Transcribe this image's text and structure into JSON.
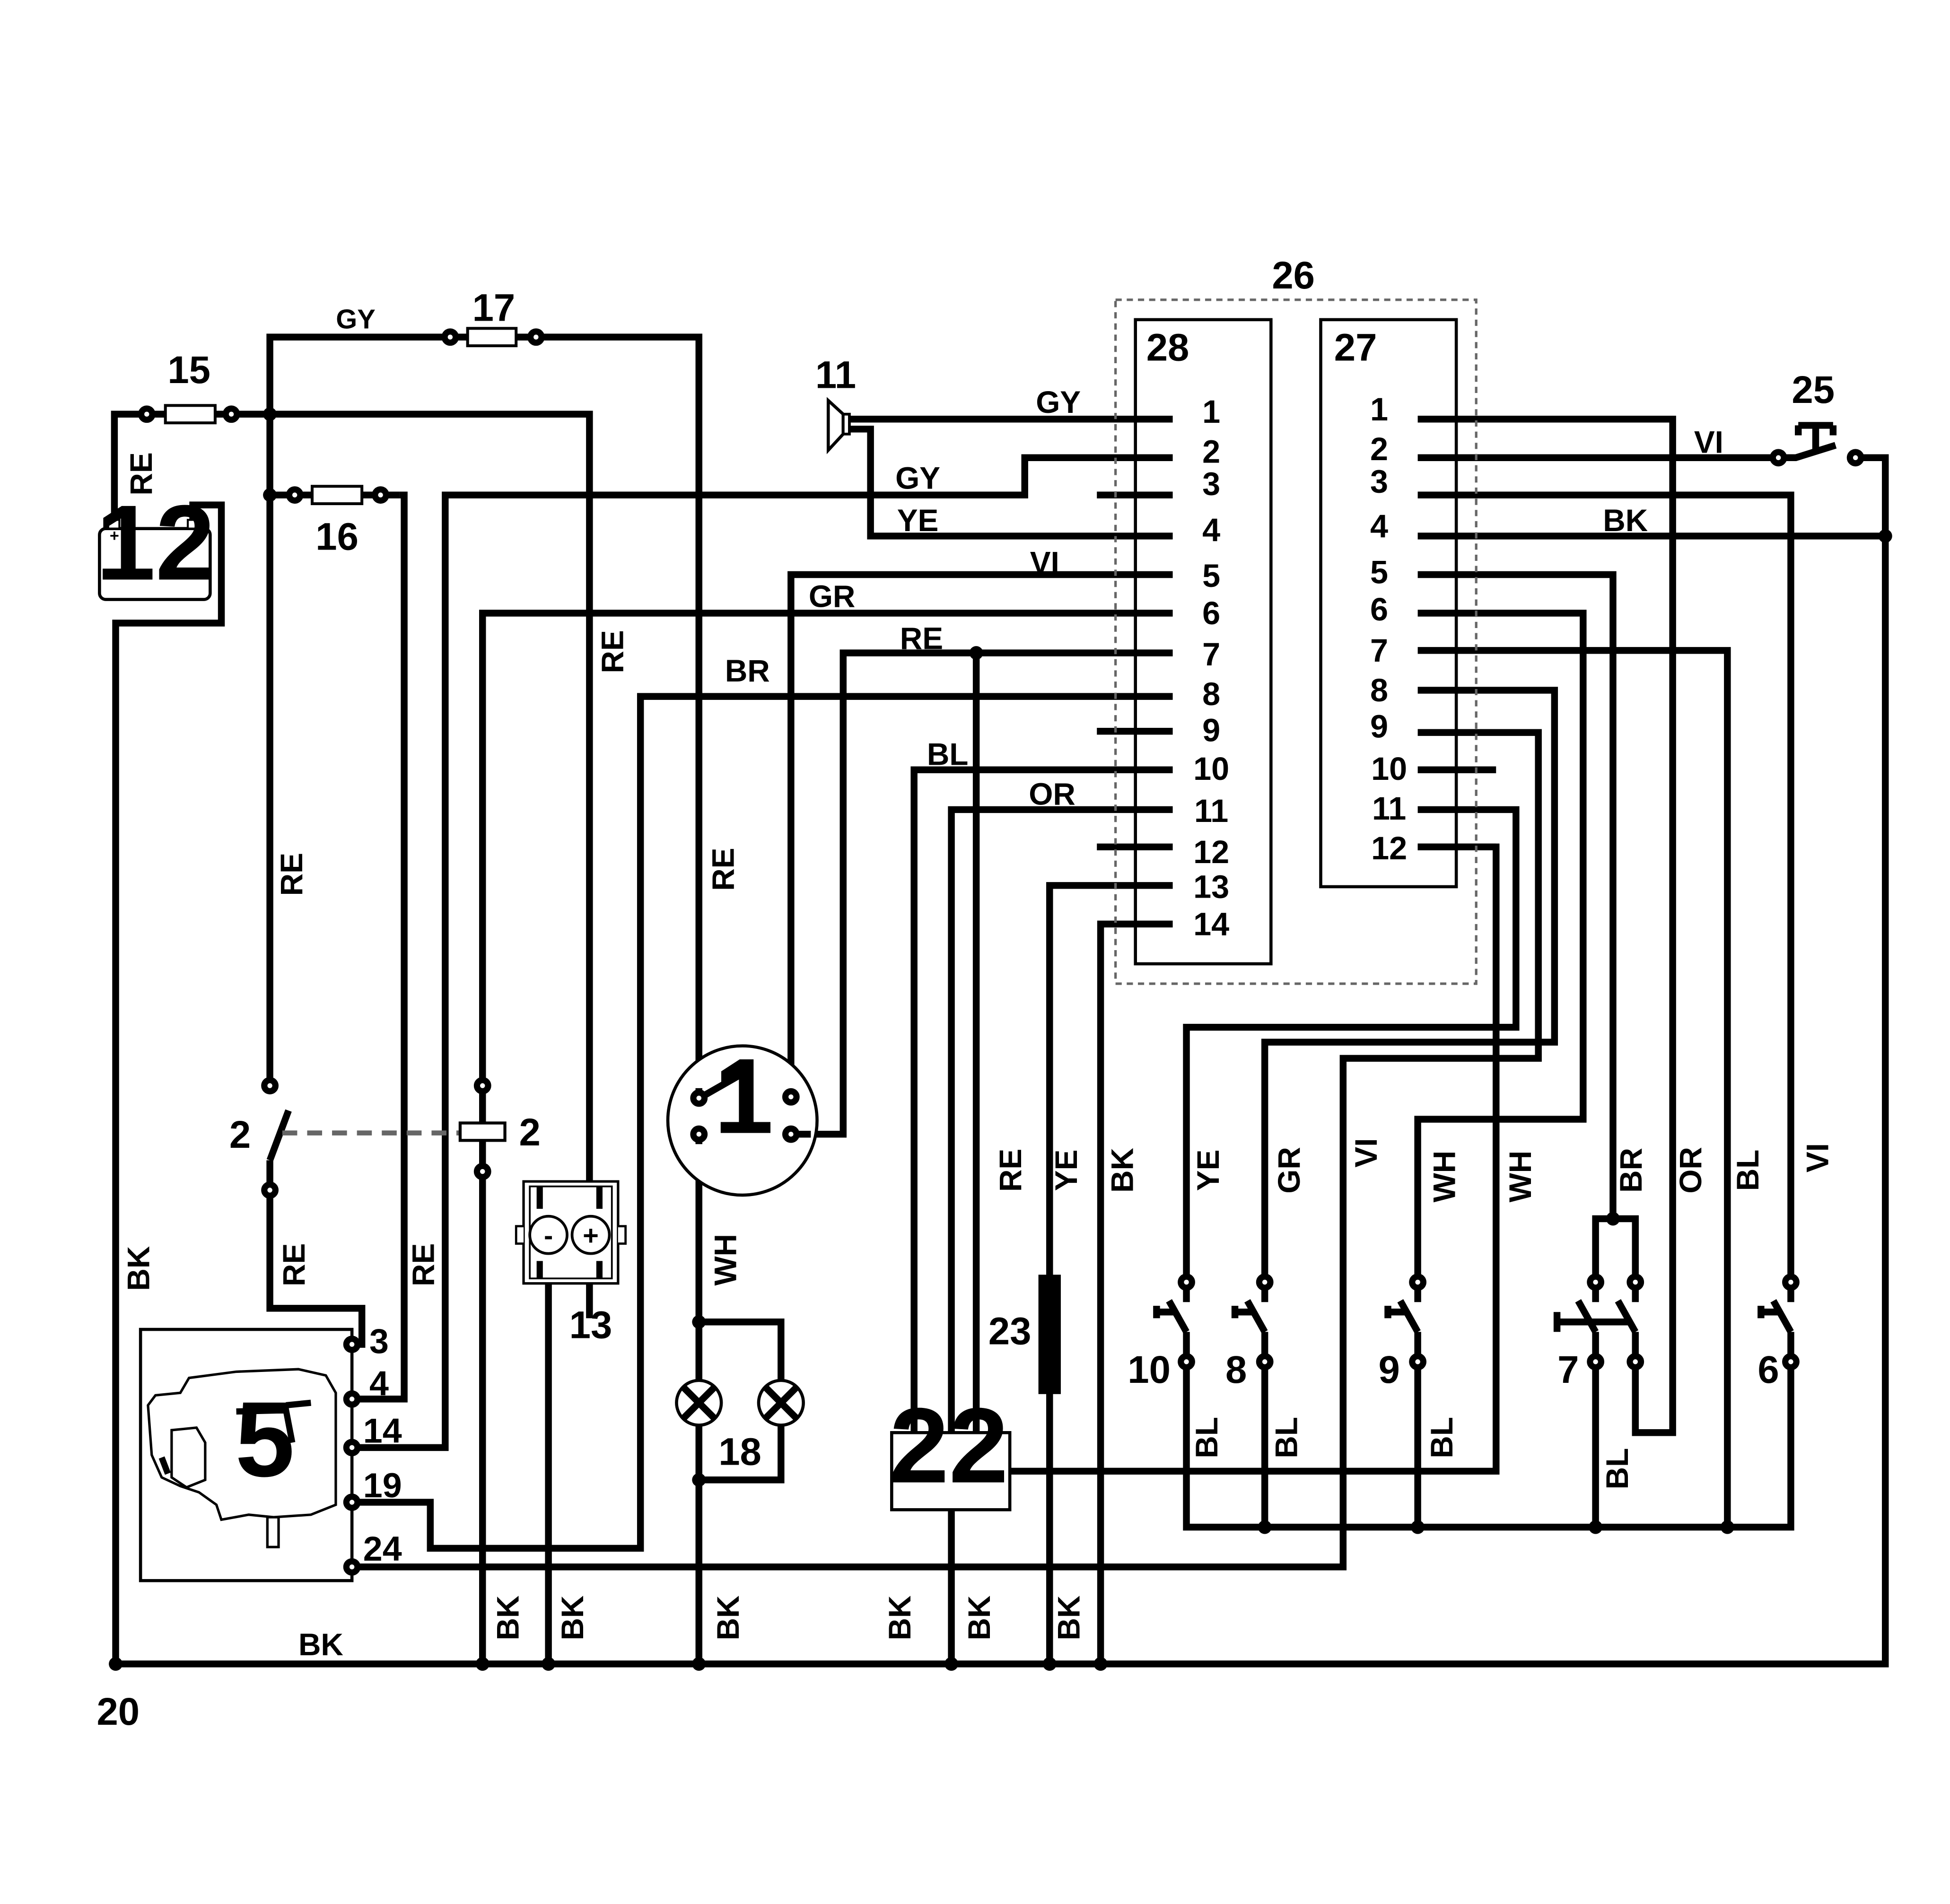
{
  "components": {
    "c1": "1",
    "c2a": "2",
    "c2b": "2",
    "c5": "5",
    "c6": "6",
    "c7": "7",
    "c8": "8",
    "c9": "9",
    "c10": "10",
    "c11": "11",
    "c12": "12",
    "c13": "13",
    "c15": "15",
    "c16": "16",
    "c17": "17",
    "c18": "18",
    "c20": "20",
    "c22": "22",
    "c23": "23",
    "c25": "25",
    "c26": "26",
    "c27": "27",
    "c28": "28"
  },
  "battery_plus": "+",
  "battery_minus": "−",
  "plug_minus": "-",
  "plug_plus": "+",
  "connector_28_pins": [
    "1",
    "2",
    "3",
    "4",
    "5",
    "6",
    "7",
    "8",
    "9",
    "10",
    "11",
    "12",
    "13",
    "14"
  ],
  "connector_27_pins": [
    "1",
    "2",
    "3",
    "4",
    "5",
    "6",
    "7",
    "8",
    "9",
    "10",
    "11",
    "12"
  ],
  "engine_pins": [
    "3",
    "4",
    "14",
    "19",
    "24"
  ],
  "wire_labels": {
    "gy_top": "GY",
    "re_battery": "RE",
    "bk_left": "BK",
    "re_left_mid": "RE",
    "re_left_low": "RE",
    "re_fuse16": "RE",
    "re_center": "RE",
    "re_ign": "RE",
    "gy_11": "GY",
    "gy_2": "GY",
    "ye_4": "YE",
    "vi_5": "VI",
    "gr_6": "GR",
    "re_7": "RE",
    "br_8": "BR",
    "bl_10": "BL",
    "or_11": "OR",
    "re_vert": "RE",
    "ye_vert": "YE",
    "bk_vert": "BK",
    "wh_18": "WH",
    "vi_25": "VI",
    "bk_4r": "BK",
    "ye_sw10": "YE",
    "gr_sw8": "GR",
    "vi_mid": "VI",
    "wh_sw9": "WH",
    "wh_2": "WH",
    "br_sw7": "BR",
    "or_right": "OR",
    "bl_right": "BL",
    "vi_sw6": "VI",
    "bl_sw10": "BL",
    "bl_sw8": "BL",
    "bl_sw9": "BL",
    "bl_sw7": "BL",
    "bk_bottom": "BK",
    "bk_g1": "BK",
    "bk_g2": "BK",
    "bk_g3": "BK",
    "bk_g4": "BK",
    "bk_g5": "BK",
    "bk_g6": "BK"
  }
}
